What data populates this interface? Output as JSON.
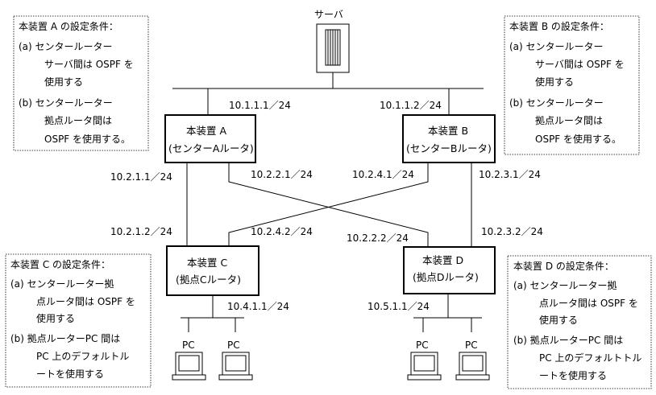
{
  "server": {
    "label": "サーバ"
  },
  "devices": [
    {
      "id": "A",
      "name": "本装置 A",
      "sub": "(センターAルータ)"
    },
    {
      "id": "B",
      "name": "本装置 B",
      "sub": "(センターBルータ)"
    },
    {
      "id": "C",
      "name": "本装置 C",
      "sub": "(拠点Cルータ)"
    },
    {
      "id": "D",
      "name": "本装置 D",
      "sub": "(拠点Dルータ)"
    }
  ],
  "ip_labels": {
    "a_top": "10.1.1.1／24",
    "b_top": "10.1.1.2／24",
    "a_down": "10.2.1.1／24",
    "a_cross": "10.2.2.1／24",
    "b_cross": "10.2.4.1／24",
    "b_down": "10.2.3.1／24",
    "c_up": "10.2.1.2／24",
    "c_cross": "10.2.4.2／24",
    "d_cross": "10.2.2.2／24",
    "d_up": "10.2.3.2／24",
    "c_lan": "10.4.1.1／24",
    "d_lan": "10.5.1.1／24"
  },
  "pc_label": "PC",
  "conditions": {
    "A": {
      "title": "本装置 A の設定条件：",
      "lines": [
        "(a) センタールーター",
        "サーバ間は OSPF を",
        "使用する",
        "(b) センタールーター",
        "拠点ルータ間は",
        "OSPF を使用する。"
      ]
    },
    "B": {
      "title": "本装置 B の設定条件：",
      "lines": [
        "(a) センタールーター",
        "サーバ間は OSPF を",
        "使用する",
        "(b) センタールーター",
        "拠点ルータ間は",
        "OSPF を使用する。"
      ]
    },
    "C": {
      "title": "本装置 C の設定条件：",
      "lines": [
        "(a) センタールーター拠",
        "点ルータ間は OSPF を",
        "使用する",
        "(b) 拠点ルーターPC 間は",
        "PC 上のデフォルトル",
        "ートを使用する"
      ]
    },
    "D": {
      "title": "本装置 D の設定条件：",
      "lines": [
        "(a) センタールーター拠",
        "点ルータ間は OSPF を",
        "使用する",
        "(b) 拠点ルーターPC 間は",
        "PC 上のデフォルトトル",
        "ートを使用する"
      ]
    }
  }
}
